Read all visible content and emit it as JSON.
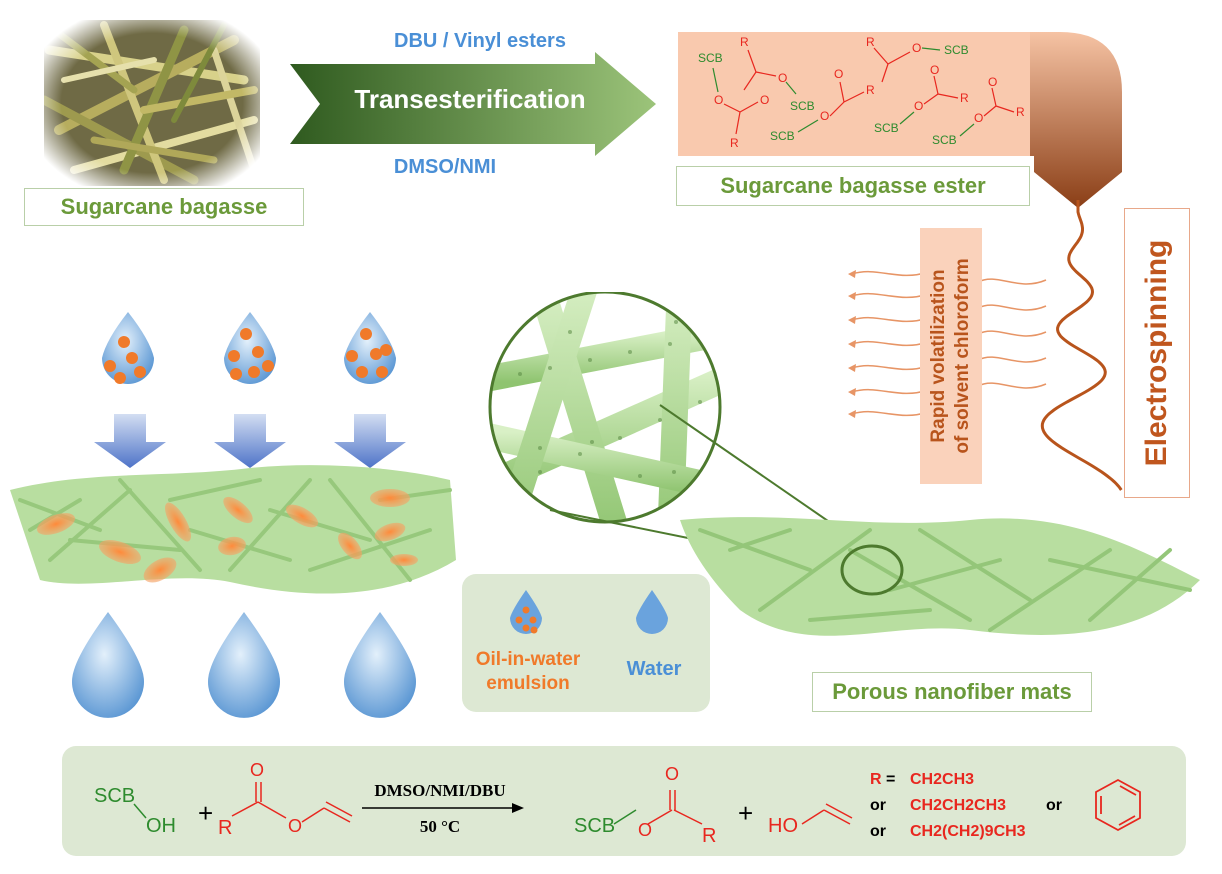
{
  "top": {
    "raw_label": "Sugarcane bagasse",
    "arrow_top": "DBU / Vinyl esters",
    "arrow_middle": "Transesterification",
    "arrow_bottom": "DMSO/NMI",
    "ester_label": "Sugarcane bagasse ester",
    "scb": "SCB",
    "r": "R",
    "o": "O"
  },
  "process": {
    "volatilization_line1": "Rapid volatilization",
    "volatilization_line2": "of solvent chloroform",
    "electrospinning": "Electrospinning",
    "mats_label": "Porous nanofiber mats"
  },
  "legend": {
    "emulsion_line1": "Oil-in-water",
    "emulsion_line2": "emulsion",
    "water": "Water"
  },
  "reaction": {
    "reactant1_scb": "SCB",
    "reactant1_oh": "OH",
    "plus": "+",
    "carbonyl_o": "O",
    "ester_o": "O",
    "r": "R",
    "conditions_top": "DMSO/NMI/DBU",
    "conditions_bottom": "50 °C",
    "product_scb": "SCB",
    "byproduct_ho": "HO",
    "r_eq": "R",
    "eq": "=",
    "sub1": "CH2CH3",
    "or1": "or",
    "sub2": "CH2CH2CH3",
    "or2": "or",
    "or3": "or",
    "sub3": "CH2(CH2)9CH3"
  },
  "colors": {
    "green_text": "#6b9a3a",
    "blue_text": "#4a8fd6",
    "orange": "#f07a2a",
    "red_chem": "#e8271f",
    "green_chem": "#2e8b2e",
    "fiber_green": "#a8d88a",
    "arrow_dark": "#2f5a1f",
    "arrow_light": "#9cc47a",
    "ester_bg": "#f9c9ae",
    "nozzle_brown": "#a35428"
  }
}
